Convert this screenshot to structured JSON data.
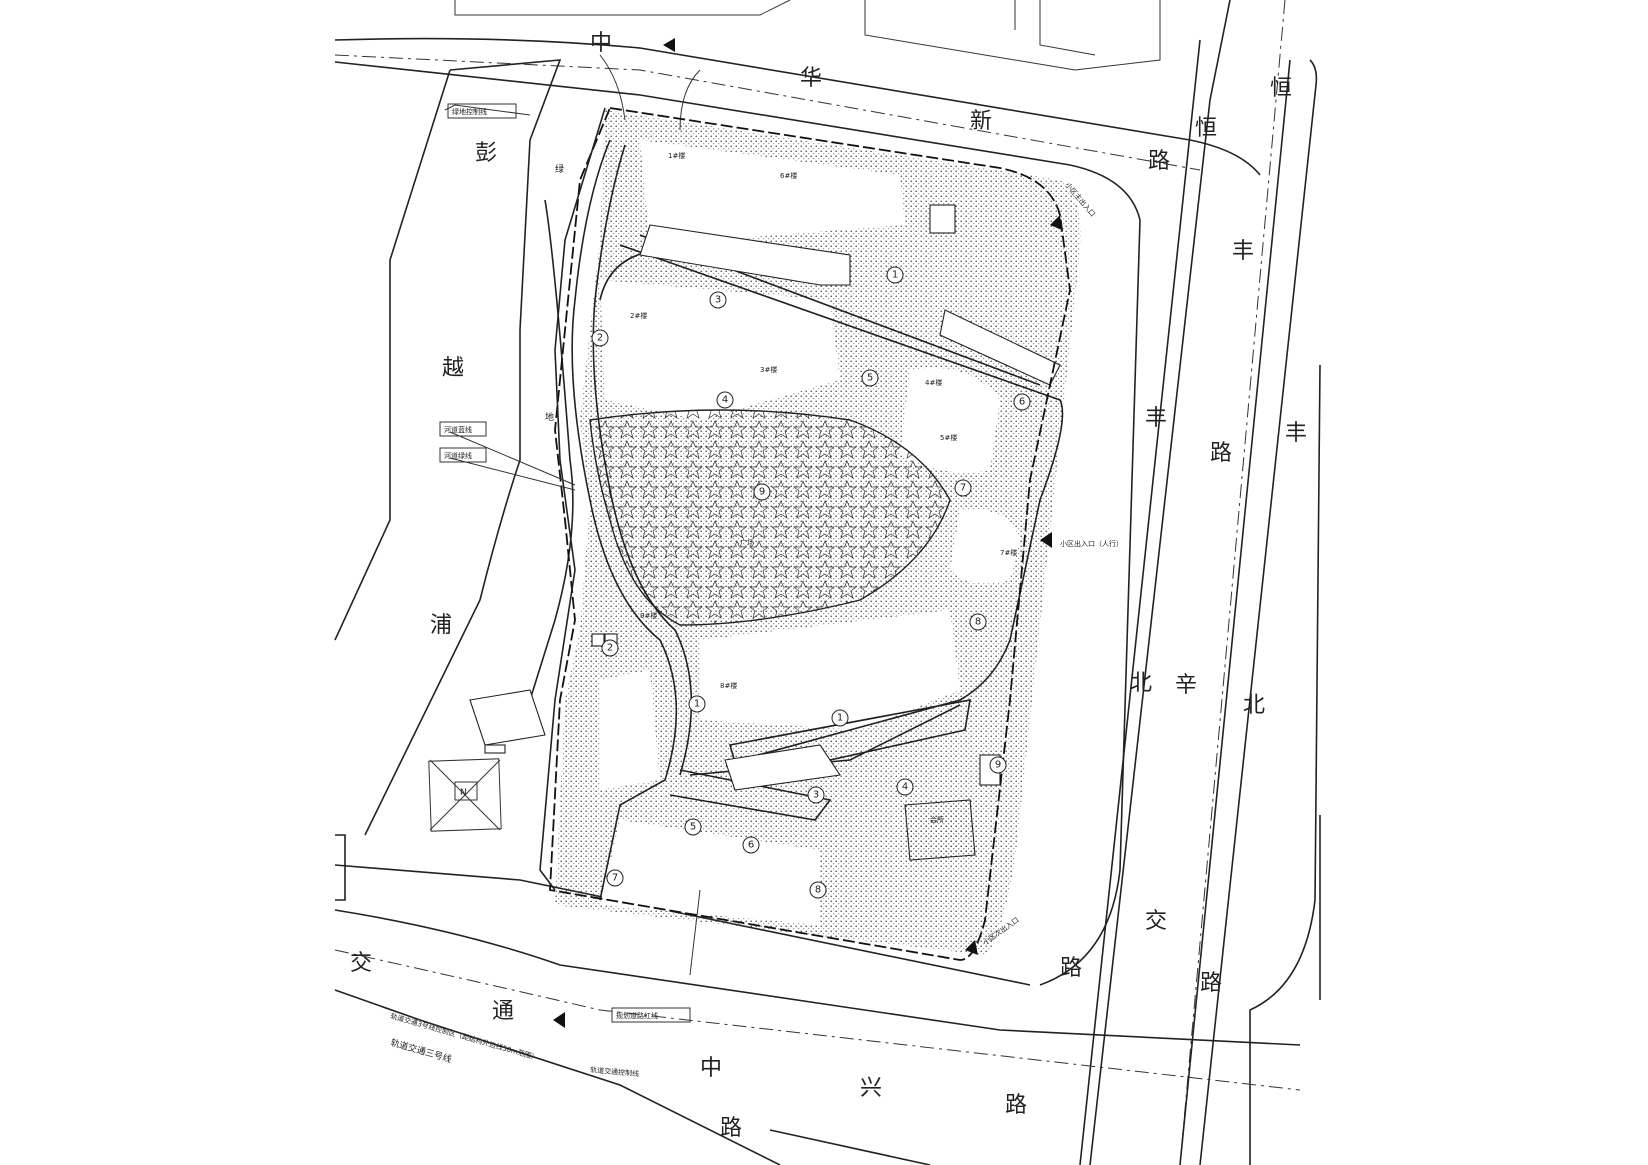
{
  "roads": {
    "zhonghua_xin_road": [
      "中",
      "华",
      "新",
      "路"
    ],
    "heng_road": [
      "恒",
      "恒"
    ],
    "pengyue_pu": [
      "彭",
      "越",
      "浦"
    ],
    "fengbei_road_mid": [
      "丰",
      "路",
      "北",
      "路"
    ],
    "fengbei_road_right": [
      "丰",
      "丰",
      "北"
    ],
    "gongxin_road": [
      "丰",
      "辛",
      "交",
      "路"
    ],
    "jiaotong_road": [
      "交",
      "通"
    ],
    "zhongxing_road": [
      "中",
      "兴",
      "路"
    ],
    "canal_side": [
      "绿",
      "地"
    ]
  },
  "annotations": {
    "green_line_label": "绿地控制线",
    "river_line_1": "河道蓝线",
    "river_line_2": "河道绿线",
    "site_redline": "规划道路红线",
    "metro_note": "轨道交通三号线",
    "metro_detail_1": "轨道交通3号线控制区（距结构外边线50m范围）",
    "metro_detail_2": "轨道交通控制线",
    "entrance_east": "小区出入口（人行）",
    "entrance_ne": "小区主出入口",
    "entrance_se": "小区次出入口",
    "north_arrow": "N"
  },
  "building_markers": [
    "1",
    "2",
    "3",
    "4",
    "5",
    "6",
    "7",
    "8",
    "9",
    "1",
    "1",
    "2",
    "3",
    "4",
    "5",
    "6",
    "7",
    "8",
    "9"
  ],
  "building_labels": [
    "6#楼",
    "2#楼",
    "3#楼",
    "4#楼",
    "5#楼",
    "7#楼",
    "8#楼",
    "9#楼",
    "1#楼",
    "广场",
    "会所"
  ]
}
